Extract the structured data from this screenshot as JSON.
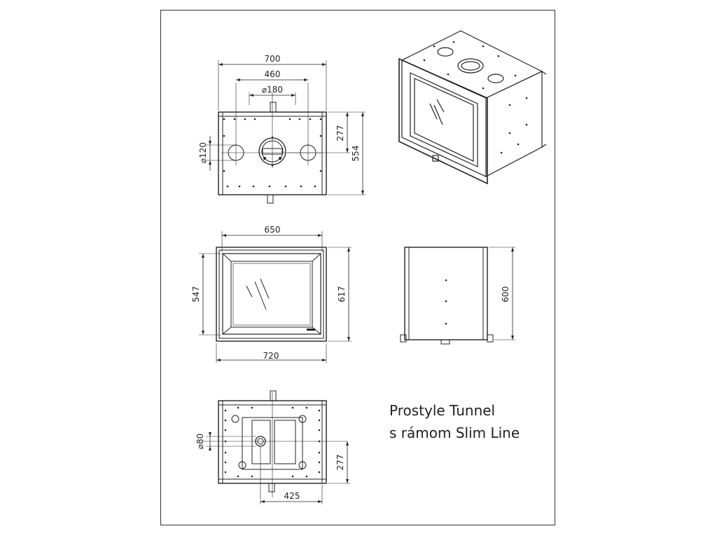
{
  "caption": {
    "line1": "Prostyle Tunnel",
    "line2": "s rámom Slim Line"
  },
  "top_view": {
    "width_overall": "700",
    "width_holes": "460",
    "flue_diameter": "⌀180",
    "side_hole_diameter": "⌀120",
    "depth_to_flue": "277",
    "depth_overall": "554"
  },
  "front_view": {
    "glass_width": "650",
    "frame_width": "720",
    "glass_height": "547",
    "frame_height": "617"
  },
  "side_view": {
    "height": "600"
  },
  "bottom_view": {
    "air_inlet_diameter": "⌀80",
    "depth_to_inlet": "277",
    "inlet_offset": "425"
  }
}
